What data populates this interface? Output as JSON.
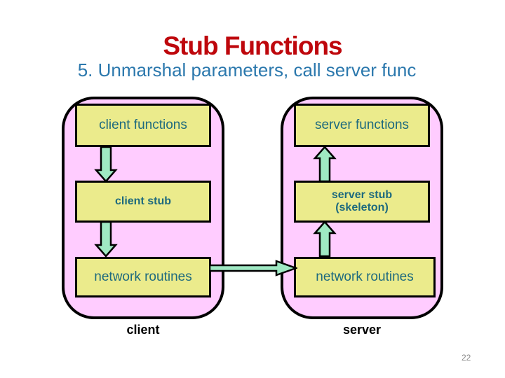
{
  "slide": {
    "title": "Stub Functions",
    "subtitle": "5. Unmarshal parameters, call server func",
    "page_number": "22"
  },
  "diagram": {
    "client": {
      "caption": "client",
      "arrow_direction": "down",
      "boxes": [
        {
          "label": "client functions"
        },
        {
          "label": "client stub"
        },
        {
          "label": "network routines"
        }
      ]
    },
    "server": {
      "caption": "server",
      "arrow_direction": "up",
      "boxes": [
        {
          "label": "server functions"
        },
        {
          "label": "server stub",
          "label_line2": "(skeleton)"
        },
        {
          "label": "network routines"
        }
      ]
    },
    "link_arrow": "client network routines to server network routines"
  },
  "colors": {
    "title_red": "#BE070C",
    "subtitle_blue": "#2B78AD",
    "panel_pink": "#FFCCFF",
    "box_yellow": "#EBEB8C",
    "box_text_teal": "#1E6A7E",
    "arrow_mint": "#9FE9C3",
    "outline_black": "#000000",
    "page_number_gray": "#8A8A8A"
  }
}
